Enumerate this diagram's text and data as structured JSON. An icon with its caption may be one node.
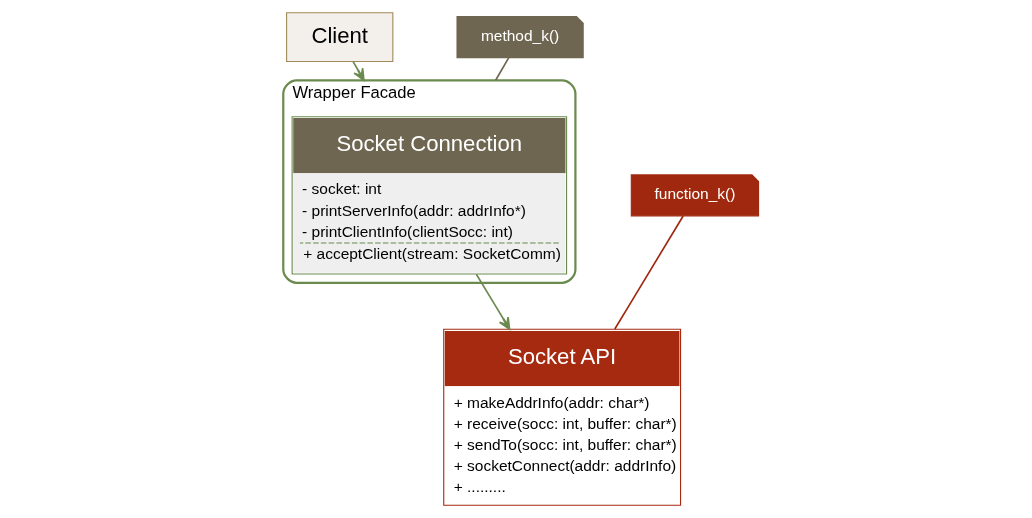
{
  "diagram": {
    "nodes": [
      {
        "text": [
          "Client"
        ]
      },
      {
        "text": [
          "Wrapper Facade"
        ]
      },
      {
        "text": [
          "Socket Connection",
          "- socket: int",
          "- printServerInfo(addr: addrInfo*)",
          "- printClientInfo(clientSocc: int)",
          "+ acceptClient(stream: SocketComm)"
        ],
        "in": 1
      },
      {
        "text": [
          "method_k()"
        ]
      },
      {
        "text": [
          "function_k()"
        ]
      },
      {
        "text": [
          "Socket API",
          "+ makeAddrInfo(addr: char*)",
          "+ receive(socc: int, buffer: char*)",
          "+ sendTo(socc: int, buffer: char*)",
          "+ socketConnect(addr: addrInfo)",
          "+ ........."
        ]
      }
    ],
    "edges": [
      {
        "from": 0,
        "to": 1,
        "arrow": "to"
      },
      {
        "from": 3,
        "to": 1,
        "arrow": "none",
        "color": "#6e6650"
      },
      {
        "from": 4,
        "to": 5,
        "arrow": "none",
        "color": "#a0280f"
      },
      {
        "from": 2,
        "to": 5,
        "arrow": "to"
      }
    ]
  }
}
